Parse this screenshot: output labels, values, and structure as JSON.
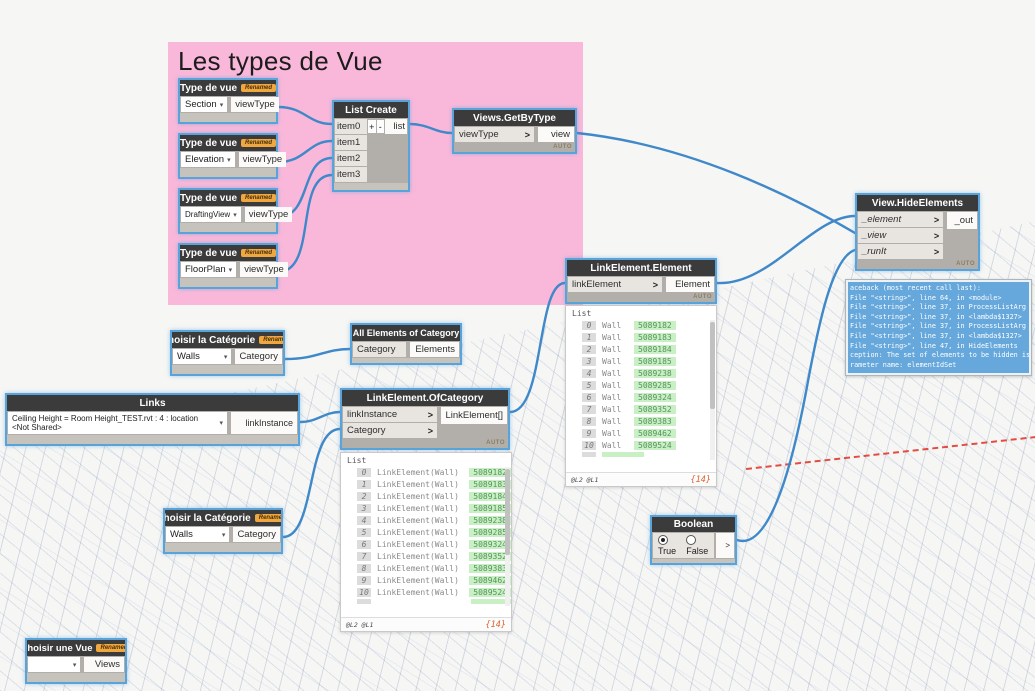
{
  "canvas": {
    "bg": "#f6f6f5",
    "wire_color": "#3f88c9",
    "axis_color": "#e23b2e"
  },
  "group": {
    "title": "Les types de Vue",
    "color": "#f9b8da"
  },
  "badges": {
    "renamed": "Renamed",
    "auto": "AUTO"
  },
  "nodes": {
    "viewtype1": {
      "title": "Type de vue",
      "value": "Section",
      "output": "viewType"
    },
    "viewtype2": {
      "title": "Type de vue",
      "value": "Elevation",
      "output": "viewType"
    },
    "viewtype3": {
      "title": "Type de vue",
      "value": "DraftingView",
      "output": "viewType"
    },
    "viewtype4": {
      "title": "Type de vue",
      "value": "FloorPlan",
      "output": "viewType"
    },
    "list_create": {
      "title": "List Create",
      "inputs": [
        "item0",
        "item1",
        "item2",
        "item3"
      ],
      "plus": "+",
      "minus": "-",
      "output": "list"
    },
    "views_getbytype": {
      "title": "Views.GetByType",
      "input": "viewType",
      "output": "view"
    },
    "view_hideelements": {
      "title": "View.HideElements",
      "inputs": [
        "_element",
        "_view",
        "_runIt"
      ],
      "output": "_out"
    },
    "choisir_categorie_1": {
      "title": "Choisir la Catégorie",
      "value": "Walls",
      "output": "Category"
    },
    "all_elements": {
      "title": "All Elements of Category",
      "input": "Category",
      "output": "Elements"
    },
    "links": {
      "title": "Links",
      "value": "Ceiling Height = Room Height_TEST.rvt : 4 : location <Not Shared>",
      "output": "linkInstance"
    },
    "linkelement_ofcategory": {
      "title": "LinkElement.OfCategory",
      "inputs": [
        "linkInstance",
        "Category"
      ],
      "output": "LinkElement[]"
    },
    "linkelement_element": {
      "title": "LinkElement.Element",
      "input": "linkElement",
      "output": "Element"
    },
    "choisir_categorie_2": {
      "title": "Choisir la Catégorie",
      "value": "Walls",
      "output": "Category"
    },
    "boolean": {
      "title": "Boolean",
      "option_true": "True",
      "option_false": "False",
      "selected": "True",
      "output": ">"
    },
    "choisir_vue": {
      "title": "Choisir une Vue",
      "value": "",
      "output": "Views"
    }
  },
  "lists": {
    "element_list": {
      "header": "List",
      "rows": [
        {
          "index": "0",
          "label": "Wall",
          "value": "5089182"
        },
        {
          "index": "1",
          "label": "Wall",
          "value": "5089183"
        },
        {
          "index": "2",
          "label": "Wall",
          "value": "5089184"
        },
        {
          "index": "3",
          "label": "Wall",
          "value": "5089185"
        },
        {
          "index": "4",
          "label": "Wall",
          "value": "5089238"
        },
        {
          "index": "5",
          "label": "Wall",
          "value": "5089285"
        },
        {
          "index": "6",
          "label": "Wall",
          "value": "5089324"
        },
        {
          "index": "7",
          "label": "Wall",
          "value": "5089352"
        },
        {
          "index": "8",
          "label": "Wall",
          "value": "5089383"
        },
        {
          "index": "9",
          "label": "Wall",
          "value": "5089462"
        },
        {
          "index": "10",
          "label": "Wall",
          "value": "5089524"
        }
      ],
      "footer_left": "@L2 @L1",
      "footer_right": "{14}"
    },
    "ofcategory_list": {
      "header": "List",
      "rows": [
        {
          "index": "0",
          "label": "LinkElement(Wall)",
          "value": "5089182"
        },
        {
          "index": "1",
          "label": "LinkElement(Wall)",
          "value": "5089183"
        },
        {
          "index": "2",
          "label": "LinkElement(Wall)",
          "value": "5089184"
        },
        {
          "index": "3",
          "label": "LinkElement(Wall)",
          "value": "5089185"
        },
        {
          "index": "4",
          "label": "LinkElement(Wall)",
          "value": "5089238"
        },
        {
          "index": "5",
          "label": "LinkElement(Wall)",
          "value": "5089285"
        },
        {
          "index": "6",
          "label": "LinkElement(Wall)",
          "value": "5089324"
        },
        {
          "index": "7",
          "label": "LinkElement(Wall)",
          "value": "5089352"
        },
        {
          "index": "8",
          "label": "LinkElement(Wall)",
          "value": "5089383"
        },
        {
          "index": "9",
          "label": "LinkElement(Wall)",
          "value": "5089462"
        },
        {
          "index": "10",
          "label": "LinkElement(Wall)",
          "value": "5089524"
        }
      ],
      "footer_left": "@L2 @L1",
      "footer_right": "{14}"
    }
  },
  "traceback": {
    "lines": [
      "aceback (most recent call last):",
      "File \"<string>\", line 64, in <module>",
      "File \"<string>\", line 37, in ProcessListArg",
      "File \"<string>\", line 37, in <lambda$1327>",
      "File \"<string>\", line 37, in ProcessListArg",
      "File \"<string>\", line 37, in <lambda$1327>",
      "File \"<string>\", line 47, in HideElements",
      "ception: The set of elements to be hidden is",
      "rameter name: elementIdSet"
    ]
  }
}
